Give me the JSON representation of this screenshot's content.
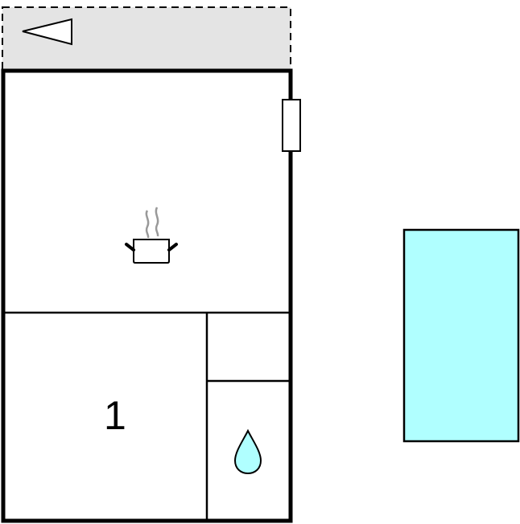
{
  "plan": {
    "terrace": {
      "fill": "#e4e4e4",
      "icon": "entrance-arrow-icon"
    },
    "rooms": [
      {
        "id": "kitchen-living",
        "icon": "cooking-pot-icon"
      },
      {
        "id": "bedroom",
        "label": "1"
      },
      {
        "id": "storage"
      },
      {
        "id": "bathroom",
        "icon": "water-drop-icon"
      }
    ],
    "window": {
      "icon": "window-icon"
    },
    "pool": {
      "fill": "#b0ffff",
      "icon": "swimming-pool"
    }
  },
  "colors": {
    "wall": "#000000",
    "terrace": "#e4e4e4",
    "water": "#b0ffff",
    "steam": "#999999"
  }
}
